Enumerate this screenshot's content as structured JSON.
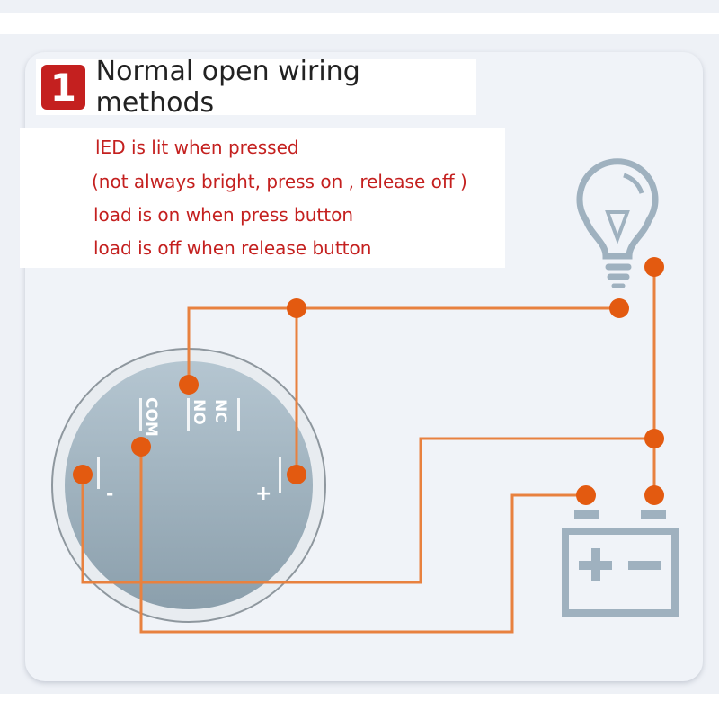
{
  "title": {
    "number": "1",
    "text": "Normal open wiring methods"
  },
  "description": [
    "lED is lit when pressed",
    "(not always bright, press on , release off )",
    "load is on when press button",
    "load is  off when release button"
  ],
  "switch_labels": {
    "com": "COM",
    "no": "NO",
    "nc": "NC",
    "minus": "-",
    "plus": "+"
  },
  "battery_labels": {
    "plus": "+",
    "minus": "−"
  },
  "colors": {
    "wire": "#e8813f",
    "terminal": "#e35a10",
    "accent": "#c4201f",
    "icon": "#9fb1bf"
  }
}
